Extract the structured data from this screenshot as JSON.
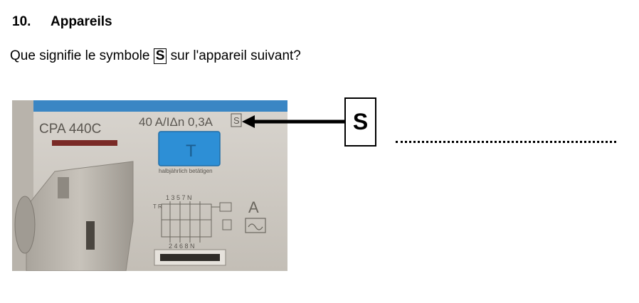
{
  "heading": {
    "number": "10.",
    "title": "Appareils"
  },
  "question": {
    "before": "Que signifie le symbole ",
    "symbol": "S",
    "after": " sur l'appareil suivant?"
  },
  "device": {
    "model": "CPA 440C",
    "rating": "40 A/IΔn 0,3A",
    "rating_symbol": "S",
    "test_button": "T",
    "test_label": "halbjährlich betätigen",
    "terminals_top": "1 3 5 7 N",
    "terminals_bottom": "2 4 6 8 N",
    "type_letter": "A",
    "side_letters": "T R"
  },
  "callout": {
    "symbol": "S"
  },
  "colors": {
    "device_body": "#cfcbc4",
    "device_top": "#3a86c4",
    "test_button": "#2d8fd6"
  }
}
